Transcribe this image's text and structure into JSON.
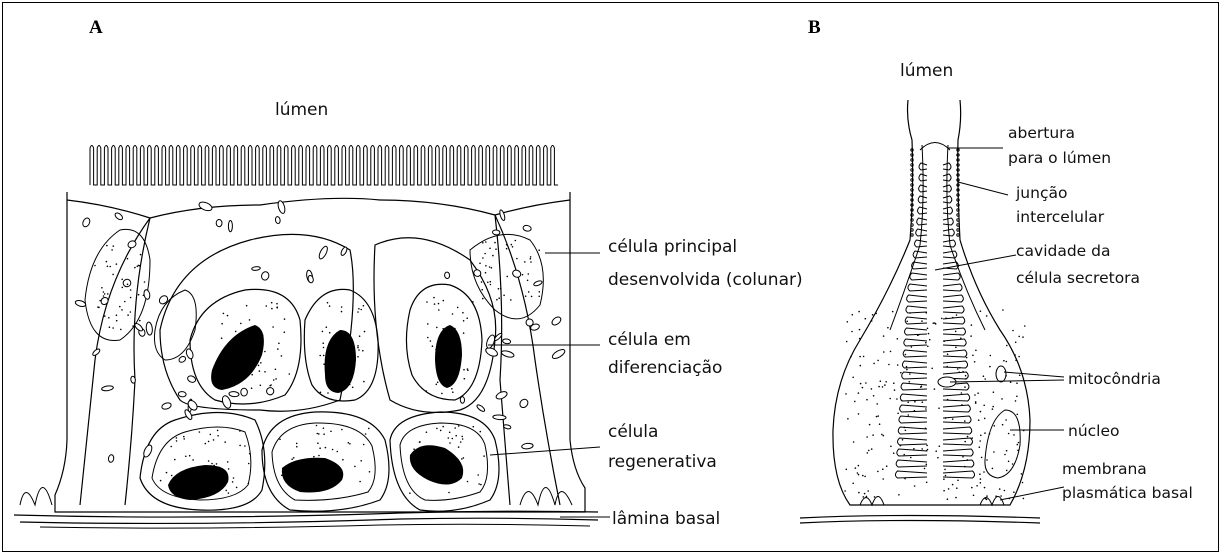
{
  "panel_a": {
    "letter": "A",
    "lumen": "lúmen",
    "labels": {
      "principal_1": "célula principal",
      "principal_2": "desenvolvida (colunar)",
      "diferenciacao_1": "célula em",
      "diferenciacao_2": "diferenciação",
      "regenerativa_1": "célula",
      "regenerativa_2": "regenerativa",
      "lamina": "lâmina basal"
    }
  },
  "panel_b": {
    "letter": "B",
    "lumen": "lúmen",
    "labels": {
      "abertura_1": "abertura",
      "abertura_2": "para o lúmen",
      "juncao_1": "junção",
      "juncao_2": "intercelular",
      "cavidade_1": "cavidade da",
      "cavidade_2": "célula secretora",
      "mitocondria": "mitocôndria",
      "nucleo": "núcleo",
      "membrana_1": "membrana",
      "membrana_2": "plasmática basal"
    }
  }
}
